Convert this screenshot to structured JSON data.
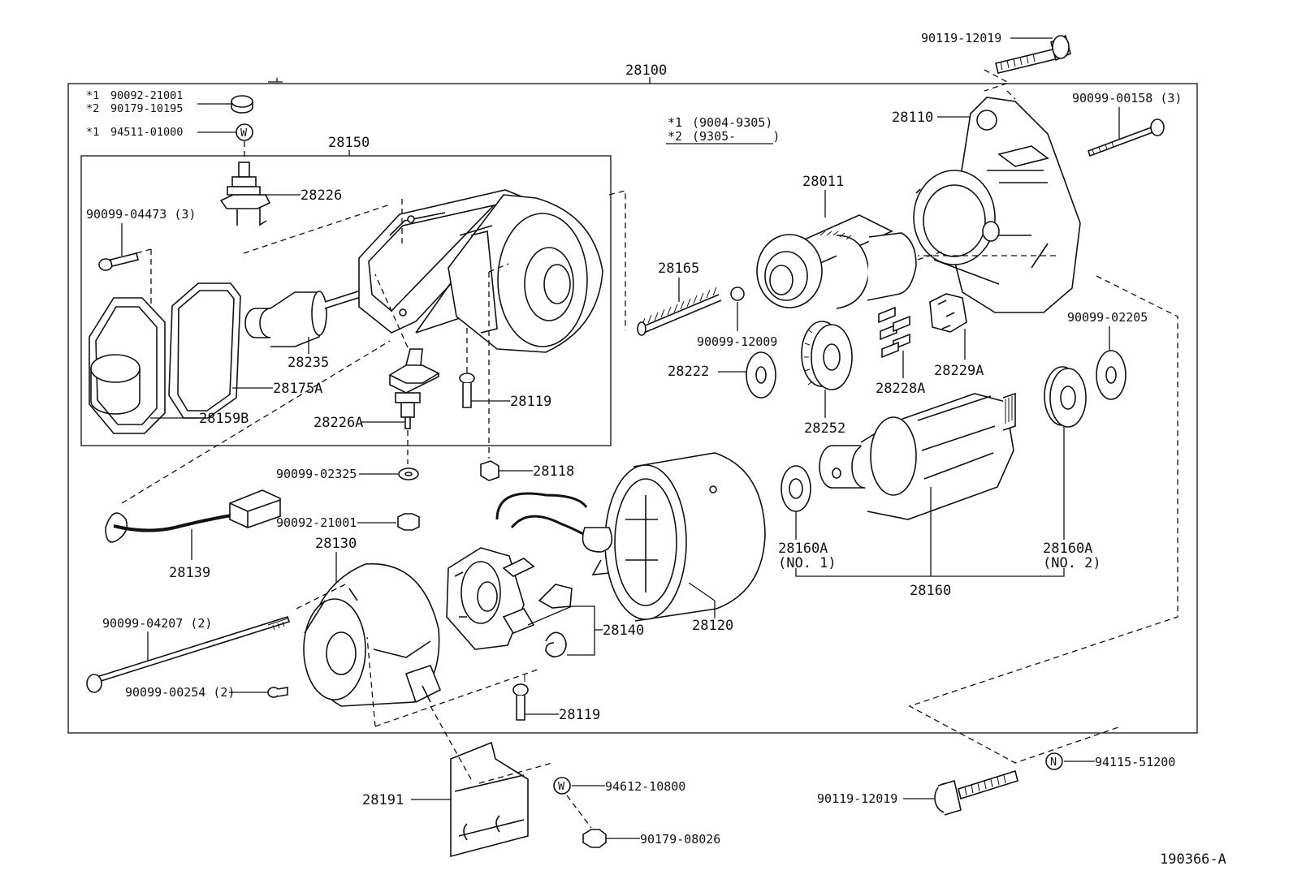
{
  "diagram": {
    "assembly_number": "28100",
    "drawing_code": "190366-A",
    "notes": [
      {
        "mark": "*1",
        "text": "(9004-9305)"
      },
      {
        "mark": "*2",
        "text": "(9305-     )"
      }
    ],
    "parts": {
      "p_90119_top": "90119-12019",
      "p_90119_bottom": "90119-12019",
      "p_28110": "28110",
      "p_90099_00158": "90099-00158 (3)",
      "p_90092_21001_top": "90092-21001",
      "p_90179_10195": "90179-10195",
      "p_94511_01000": "94511-01000",
      "p_28150": "28150",
      "p_28226": "28226",
      "p_90099_04473": "90099-04473 (3)",
      "p_28235": "28235",
      "p_28175A": "28175A",
      "p_28159B": "28159B",
      "p_28226A": "28226A",
      "p_28119_top": "28119",
      "p_28119_bottom": "28119",
      "p_28011": "28011",
      "p_28165": "28165",
      "p_90099_12009": "90099-12009",
      "p_28222": "28222",
      "p_28252": "28252",
      "p_28228A": "28228A",
      "p_28229A": "28229A",
      "p_90099_02205": "90099-02205",
      "p_90099_02325": "90099-02325",
      "p_28118": "28118",
      "p_90092_21001_mid": "90092-21001",
      "p_28139": "28139",
      "p_28130": "28130",
      "p_28160A_1": "28160A",
      "p_28160A_1_sub": "(NO. 1)",
      "p_28160A_2": "28160A",
      "p_28160A_2_sub": "(NO. 2)",
      "p_28160": "28160",
      "p_90099_04207": "90099-04207 (2)",
      "p_28140": "28140",
      "p_28120": "28120",
      "p_90099_00254": "90099-00254 (2)",
      "p_94612_10800": "94612-10800",
      "p_28191": "28191",
      "p_90179_08026": "90179-08026",
      "p_94115_51200": "94115-51200"
    },
    "markers": {
      "star1": "*1",
      "star2": "*2",
      "washer_mark": "W",
      "nut_mark": "N"
    }
  }
}
